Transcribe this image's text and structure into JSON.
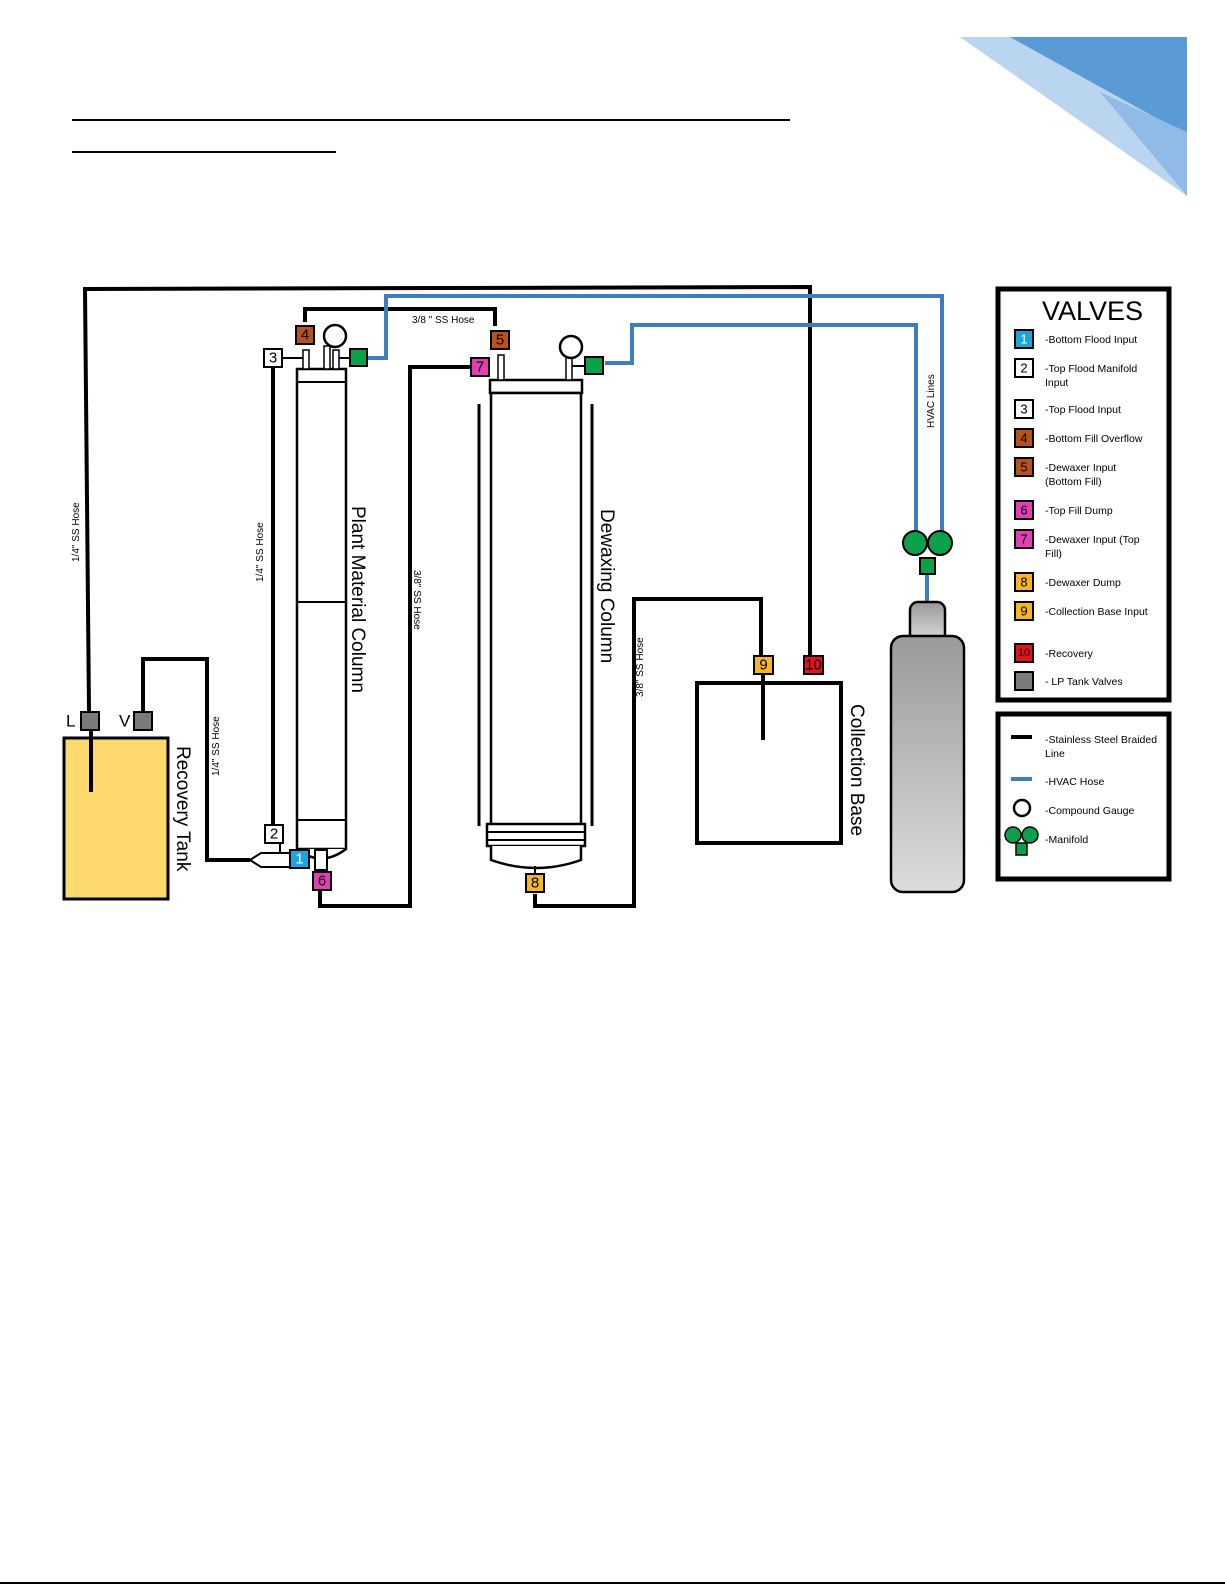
{
  "colors": {
    "stainless_line": "#000000",
    "hvac_hose": "#3d7dc0",
    "recovery_tank": "#fdd96e",
    "v1": "#1ea4dc",
    "v2": "#ffffff",
    "v3": "#ffffff",
    "v4": "#b7531a",
    "v5": "#b7531a",
    "v6": "#e040b2",
    "v7": "#e040b2",
    "v8": "#f6b523",
    "v9": "#f6b523",
    "v10": "#e4121a",
    "lp": "#7a7a7a",
    "gauge_green": "#0aa14a",
    "cylinder": "#9a9a9a",
    "corner_light": "#b9d5f0",
    "corner_dark": "#5b9bd5"
  },
  "valves": {
    "v1": "1",
    "v2": "2",
    "v3": "3",
    "v4": "4",
    "v5": "5",
    "v6": "6",
    "v7": "7",
    "v8": "8",
    "v9": "9",
    "v10": "10",
    "lp_l": "L",
    "lp_v": "V"
  },
  "labels": {
    "recovery_tank": "Recovery Tank",
    "plant_column": "Plant Material Column",
    "dewaxing_column": "Dewaxing Column",
    "collection_base": "Collection Base",
    "hose_quarter_left": "1/4\" SS Hose",
    "hose_quarter_mid": "1/4\" SS Hose",
    "hose_quarter_tank": "1/4\" SS Hose",
    "hose_38_top": "3/8 \" SS Hose",
    "hose_38_mid": "3/8\" SS Hose",
    "hose_38_right": "3/8\" SS Hose",
    "hvac_lines": "HVAC Lines"
  },
  "legend_valves": {
    "title": "VALVES",
    "items": [
      {
        "num": "1",
        "text": [
          "-Bottom Flood Input"
        ]
      },
      {
        "num": "2",
        "text": [
          "-Top Flood Manifold",
          "Input"
        ]
      },
      {
        "num": "3",
        "text": [
          "-Top Flood Input"
        ]
      },
      {
        "num": "4",
        "text": [
          "-Bottom Fill Overflow"
        ]
      },
      {
        "num": "5",
        "text": [
          "-Dewaxer Input",
          "(Bottom Fill)"
        ]
      },
      {
        "num": "6",
        "text": [
          "-Top Fill Dump"
        ]
      },
      {
        "num": "7",
        "text": [
          "-Dewaxer Input (Top",
          "Fill)"
        ]
      },
      {
        "num": "8",
        "text": [
          "-Dewaxer Dump"
        ]
      },
      {
        "num": "9",
        "text": [
          "-Collection Base Input"
        ]
      },
      {
        "num": "10",
        "text": [
          "-Recovery"
        ]
      },
      {
        "num": "",
        "text": [
          "- LP Tank Valves"
        ]
      }
    ]
  },
  "legend_lines": {
    "items": [
      {
        "text": [
          "-Stainless Steel Braided",
          "Line"
        ]
      },
      {
        "text": [
          "-HVAC Hose"
        ]
      },
      {
        "text": [
          "-Compound Gauge"
        ]
      },
      {
        "text": [
          "-Manifold"
        ]
      }
    ]
  }
}
